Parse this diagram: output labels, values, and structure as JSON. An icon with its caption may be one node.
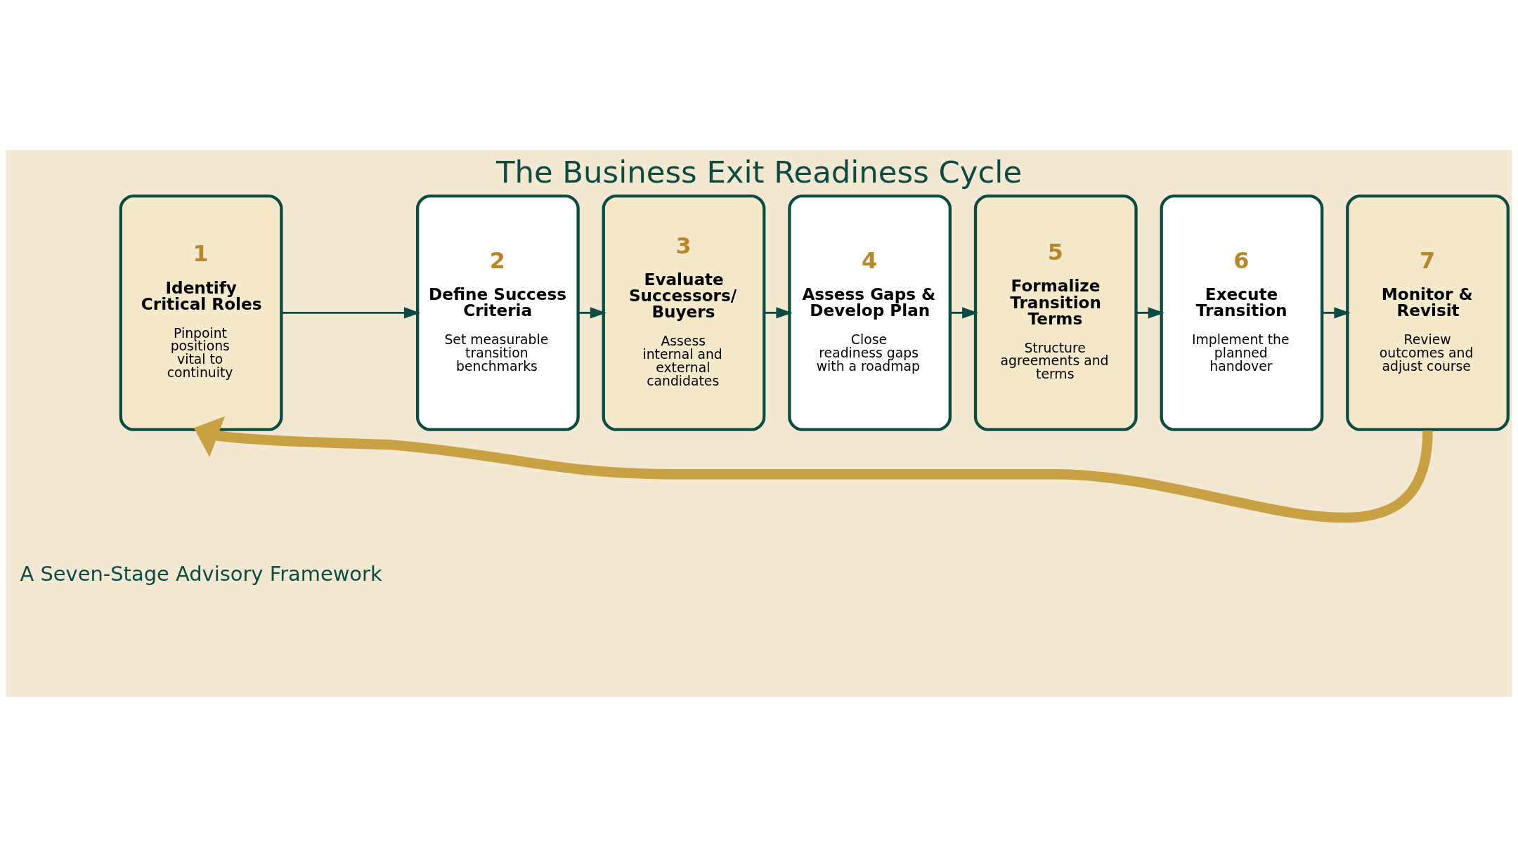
{
  "diagram": {
    "title": "The Business Exit Readiness Cycle",
    "nodes": [
      {
        "text": [
          "1",
          "Identify Critical Roles",
          "Pinpoint positions vital to continuity"
        ]
      },
      {
        "text": [
          "2",
          "Define Success Criteria",
          "Set measurable transition benchmarks"
        ]
      },
      {
        "text": [
          "3",
          "Evaluate Successors/ Buyers",
          "Assess internal and external candidates"
        ]
      },
      {
        "text": [
          "4",
          "Assess Gaps & Develop Plan",
          "Close readiness gaps with a roadmap"
        ]
      },
      {
        "text": [
          "5",
          "Formalize Transition Terms",
          "Structure agreements and terms"
        ]
      },
      {
        "text": [
          "6",
          "Execute Transition",
          "Implement the planned handover"
        ]
      },
      {
        "text": [
          "7",
          "Monitor & Revisit",
          "Review outcomes and adjust course"
        ]
      }
    ],
    "edges": [
      {
        "from": 0,
        "to": 1,
        "arrow": "to"
      },
      {
        "from": 1,
        "to": 2,
        "arrow": "to"
      },
      {
        "from": 2,
        "to": 3,
        "arrow": "to"
      },
      {
        "from": 3,
        "to": 4,
        "arrow": "to"
      },
      {
        "from": 4,
        "to": 5,
        "arrow": "to"
      },
      {
        "from": 5,
        "to": 6,
        "arrow": "to"
      },
      {
        "from": 6,
        "to": 0,
        "arrow": "to",
        "style": "thick",
        "color": "#c9a043"
      }
    ],
    "labels": [
      "A Seven-Stage Advisory Framework"
    ]
  }
}
